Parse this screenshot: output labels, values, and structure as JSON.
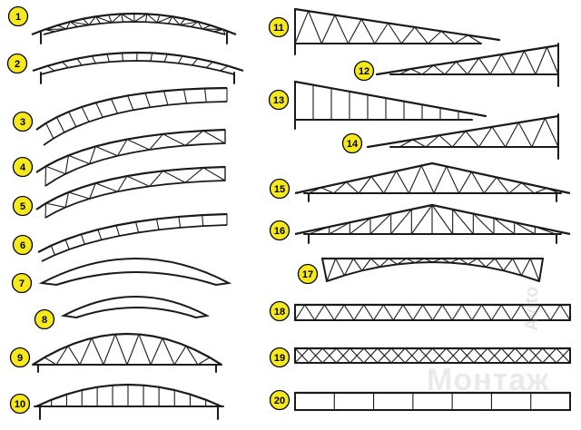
{
  "diagram": {
    "badge_color": "#f5e81c",
    "line_color": "#1a1a1a",
    "trusses": [
      {
        "id": 1,
        "label": "1",
        "kind": "arch-warren"
      },
      {
        "id": 2,
        "label": "2",
        "kind": "arch-vertical"
      },
      {
        "id": 3,
        "label": "3",
        "kind": "curved-beam"
      },
      {
        "id": 4,
        "label": "4",
        "kind": "curved-truss"
      },
      {
        "id": 5,
        "label": "5",
        "kind": "curved-truss"
      },
      {
        "id": 6,
        "label": "6",
        "kind": "curved-beam"
      },
      {
        "id": 7,
        "label": "7",
        "kind": "solid-arch"
      },
      {
        "id": 8,
        "label": "8",
        "kind": "solid-arch-small"
      },
      {
        "id": 9,
        "label": "9",
        "kind": "arch-warren-tie"
      },
      {
        "id": 10,
        "label": "10",
        "kind": "arch-vertical-tie"
      },
      {
        "id": 11,
        "label": "11",
        "kind": "mono-pitch-warren"
      },
      {
        "id": 12,
        "label": "12",
        "kind": "mono-pitch-warren-rev"
      },
      {
        "id": 13,
        "label": "13",
        "kind": "mono-pitch-vertical"
      },
      {
        "id": 14,
        "label": "14",
        "kind": "mono-pitch-warren-rev"
      },
      {
        "id": 15,
        "label": "15",
        "kind": "triangular"
      },
      {
        "id": 16,
        "label": "16",
        "kind": "triangular-pratt"
      },
      {
        "id": 17,
        "label": "17",
        "kind": "fish-belly"
      },
      {
        "id": 18,
        "label": "18",
        "kind": "parallel-warren"
      },
      {
        "id": 19,
        "label": "19",
        "kind": "parallel-double-warren"
      },
      {
        "id": 20,
        "label": "20",
        "kind": "parallel-vertical"
      }
    ]
  },
  "watermark": {
    "text_main": "Монтаж",
    "text_sub": "Avito"
  }
}
